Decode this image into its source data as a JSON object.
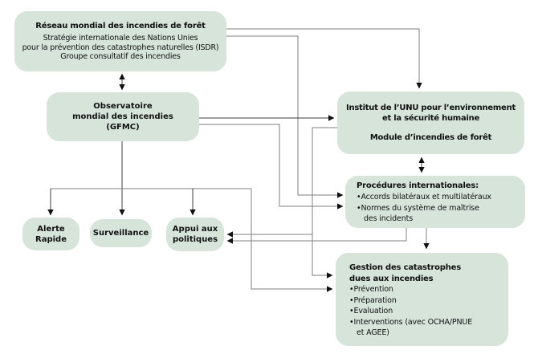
{
  "colors": {
    "node_fill": "#d6e4d9",
    "connector_gray": "#7f7f7f",
    "connector_dark": "#3c3c3c",
    "arrowhead": "#111111",
    "background": "#ffffff",
    "text": "#111111"
  },
  "nodes": {
    "reseau": {
      "title": "Réseau mondial des incendies de forêt",
      "lines": [
        "Stratégie internationale des Nations Unies",
        "pour la prévention des catastrophes naturelles (ISDR)",
        "Groupe consultatif des incendies"
      ]
    },
    "observatoire": {
      "lines": [
        "Observatoire",
        "mondial des incendies",
        "(GFMC)"
      ]
    },
    "institut": {
      "title_lines": [
        "Institut de l’UNU pour l’environnement",
        "et la sécurité humaine"
      ],
      "module": "Module d’incendies de forêt"
    },
    "procedures": {
      "title": "Procédures internationales:",
      "bullets": [
        "Accords bilatéraux et multilatéraux",
        "Normes du système de maîtrise\ndes incidents"
      ]
    },
    "gestion": {
      "title_lines": [
        "Gestion des catastrophes",
        "dues aux incendies"
      ],
      "bullets": [
        "Prévention",
        "Préparation",
        "Evaluation",
        "Interventions (avec OCHA/PNUE\net AGEE)"
      ]
    },
    "alerte": {
      "label": "Alerte Rapide"
    },
    "surveillance": {
      "label": "Surveillance"
    },
    "appui": {
      "label": "Appui aux politiques"
    }
  }
}
